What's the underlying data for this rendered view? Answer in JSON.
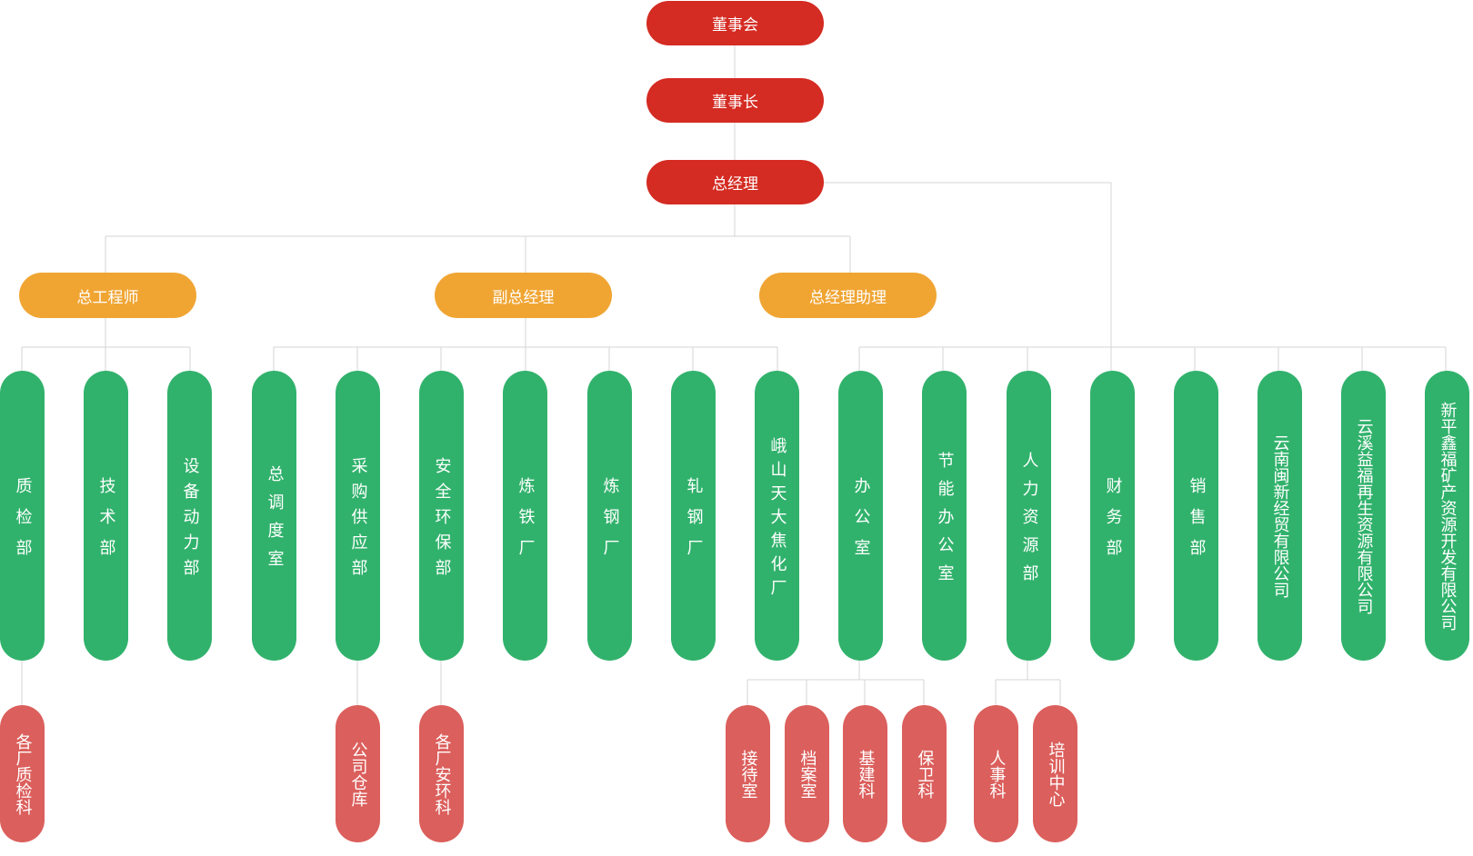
{
  "colors": {
    "executive": "#d42b22",
    "officer": "#f0a533",
    "department": "#31b26c",
    "section": "#db5f5c",
    "connector": "#d4d4d4"
  },
  "executives": [
    "董事会",
    "董事长",
    "总经理"
  ],
  "officers": [
    "总工程师",
    "副总经理",
    "总经理助理"
  ],
  "departments": [
    "质检部",
    "技术部",
    "设备动力部",
    "总调度室",
    "采购供应部",
    "安全环保部",
    "炼铁厂",
    "炼钢厂",
    "轧钢厂",
    "峨山天大焦化厂",
    "办公室",
    "节能办公室",
    "人力资源部",
    "财务部",
    "销售部",
    "云南闽新经贸有限公司",
    "云溪益福再生资源有限公司",
    "新平鑫福矿产资源开发有限公司"
  ],
  "sections": [
    "各厂质检科",
    "公司仓库",
    "各厂安环科",
    "接待室",
    "档案室",
    "基建科",
    "保卫科",
    "人事科",
    "培训中心"
  ]
}
